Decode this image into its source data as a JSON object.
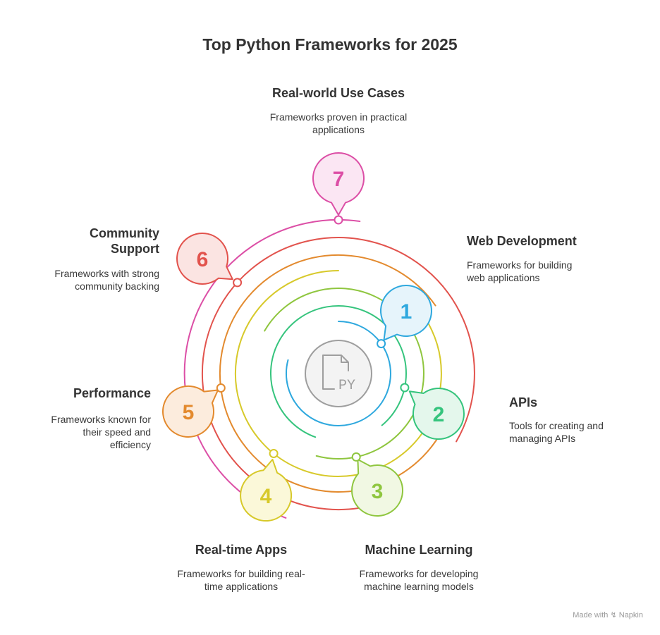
{
  "title": "Top Python Frameworks for 2025",
  "center_icon": {
    "name": "python-file-icon",
    "text": "PY",
    "color": "#9e9e9e"
  },
  "items": [
    {
      "num": "1",
      "label": "Web Development",
      "desc_lines": [
        "Frameworks for building",
        "web applications"
      ],
      "color": "#2ea8de",
      "fill": "#e6f4fb"
    },
    {
      "num": "2",
      "label": "APIs",
      "desc_lines": [
        "Tools for creating and",
        "managing APIs"
      ],
      "color": "#35c47d",
      "fill": "#e4f7ec"
    },
    {
      "num": "3",
      "label": "Machine Learning",
      "desc_lines": [
        "Frameworks for developing",
        "machine learning models"
      ],
      "color": "#8fc63f",
      "fill": "#f1f8e3"
    },
    {
      "num": "4",
      "label": "Real-time Apps",
      "desc_lines": [
        "Frameworks for building real-",
        "time applications"
      ],
      "color": "#d7c92a",
      "fill": "#fbf8d9"
    },
    {
      "num": "5",
      "label": "Performance",
      "desc_lines": [
        "Frameworks known for",
        "their speed and",
        "efficiency"
      ],
      "color": "#e38a2e",
      "fill": "#fcecdd"
    },
    {
      "num": "6",
      "label": "Community Support",
      "label_lines": [
        "Community",
        "Support"
      ],
      "desc_lines": [
        "Frameworks with strong",
        "community backing"
      ],
      "color": "#e2534d",
      "fill": "#fbe4e2"
    },
    {
      "num": "7",
      "label": "Real-world Use Cases",
      "desc_lines": [
        "Frameworks proven in practical",
        "applications"
      ],
      "color": "#dc4fa6",
      "fill": "#fbe6f3"
    }
  ],
  "footer": {
    "prefix": "Made with",
    "brand": "Napkin"
  }
}
